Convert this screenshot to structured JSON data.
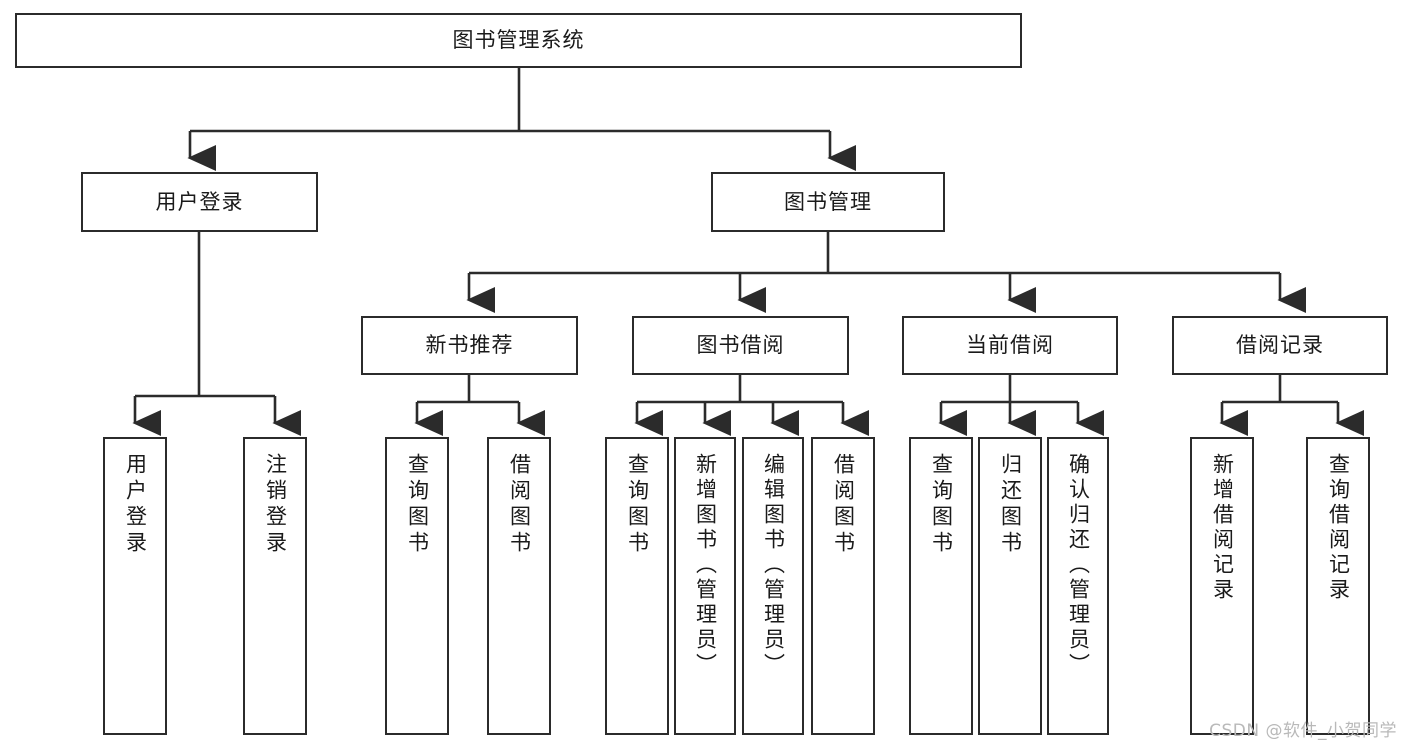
{
  "diagram": {
    "type": "tree-hierarchy",
    "title": "图书管理系统",
    "root": {
      "id": "root",
      "label": "图书管理系统"
    },
    "level2": [
      {
        "id": "user-login",
        "label": "用户登录"
      },
      {
        "id": "book-manage",
        "label": "图书管理"
      }
    ],
    "level3": [
      {
        "id": "new-book-recommend",
        "label": "新书推荐",
        "parent": "book-manage"
      },
      {
        "id": "book-borrow",
        "label": "图书借阅",
        "parent": "book-manage"
      },
      {
        "id": "current-borrow",
        "label": "当前借阅",
        "parent": "book-manage"
      },
      {
        "id": "borrow-record",
        "label": "借阅记录",
        "parent": "book-manage"
      }
    ],
    "leaves": [
      {
        "id": "leaf-user-login",
        "label": "用户登录",
        "parent": "user-login"
      },
      {
        "id": "leaf-user-logout",
        "label": "注销登录",
        "parent": "user-login"
      },
      {
        "id": "leaf-query-book-1",
        "label": "查询图书",
        "parent": "new-book-recommend"
      },
      {
        "id": "leaf-borrow-book-1",
        "label": "借阅图书",
        "parent": "new-book-recommend"
      },
      {
        "id": "leaf-query-book-2",
        "label": "查询图书",
        "parent": "book-borrow"
      },
      {
        "id": "leaf-add-book",
        "label": "新增图书（管理员）",
        "parent": "book-borrow"
      },
      {
        "id": "leaf-edit-book",
        "label": "编辑图书（管理员）",
        "parent": "book-borrow"
      },
      {
        "id": "leaf-borrow-book-2",
        "label": "借阅图书",
        "parent": "book-borrow"
      },
      {
        "id": "leaf-query-book-3",
        "label": "查询图书",
        "parent": "current-borrow"
      },
      {
        "id": "leaf-return-book",
        "label": "归还图书",
        "parent": "current-borrow"
      },
      {
        "id": "leaf-confirm-return",
        "label": "确认归还（管理员）",
        "parent": "current-borrow"
      },
      {
        "id": "leaf-add-record",
        "label": "新增借阅记录",
        "parent": "borrow-record"
      },
      {
        "id": "leaf-query-record",
        "label": "查询借阅记录",
        "parent": "borrow-record"
      }
    ],
    "colors": {
      "line": "#2b2b2b",
      "box_border": "#2b2b2b",
      "box_fill": "#ffffff",
      "text": "#1a1a1a",
      "watermark": "#b9b9b9"
    }
  },
  "watermark": {
    "text": "CSDN @软件_小贺同学"
  }
}
